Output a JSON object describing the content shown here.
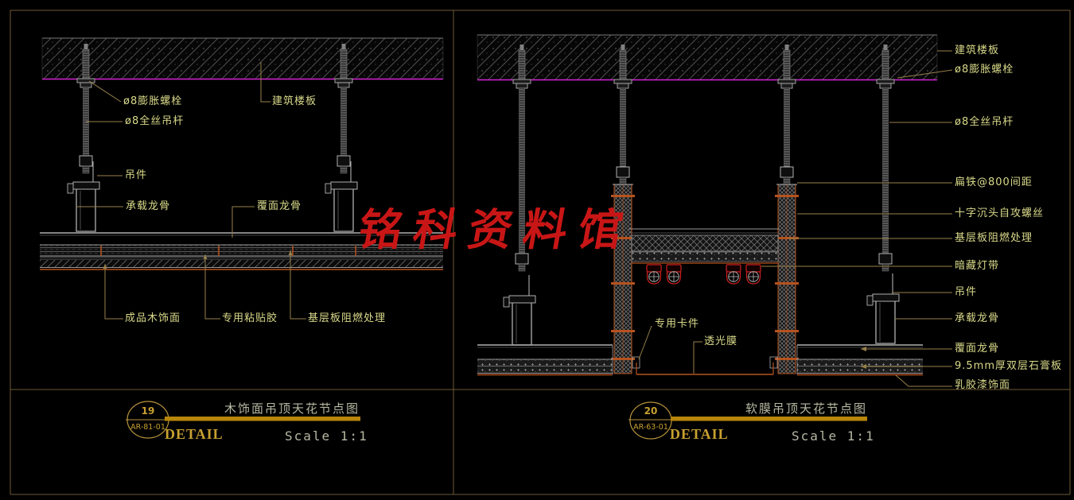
{
  "watermark": "铭科资料馆",
  "left": {
    "callouts": {
      "expansion_bolt": "ø8膨胀螺栓",
      "threaded_rod": "ø8全丝吊杆",
      "building_slab": "建筑楼板",
      "hanger": "吊件",
      "carrying_channel": "承载龙骨",
      "furring_channel": "覆面龙骨",
      "wood_veneer": "成品木饰面",
      "adhesive": "专用粘贴胶",
      "base_board": "基层板阻燃处理"
    },
    "title_block": {
      "number": "19",
      "code": "AR-81-01",
      "detail_label": "DETAIL",
      "title": "木饰面吊顶天花节点图",
      "scale": "Scale 1:1"
    }
  },
  "right": {
    "callouts": {
      "building_slab": "建筑楼板",
      "expansion_bolt": "ø8膨胀螺栓",
      "threaded_rod": "ø8全丝吊杆",
      "flat_iron": "扁铁@800间距",
      "self_tapping_screw": "十字沉头自攻螺丝",
      "base_board": "基层板阻燃处理",
      "concealed_light": "暗藏灯带",
      "hanger": "吊件",
      "carrying_channel": "承载龙骨",
      "furring_channel": "覆面龙骨",
      "gypsum_board": "9.5mm厚双层石膏板",
      "latex_paint": "乳胶漆饰面",
      "special_clip": "专用卡件",
      "translucent_membrane": "透光膜"
    },
    "title_block": {
      "number": "20",
      "code": "AR-63-01",
      "detail_label": "DETAIL",
      "title": "软膜吊顶天花节点图",
      "scale": "Scale 1:1"
    }
  },
  "colors": {
    "background": "#000000",
    "callout_text": "#d9d98a",
    "leader_line": "#97804a",
    "magenta_slab_line": "#cf1fcf",
    "accent_orange": "#b5521e",
    "led_red": "#cf2020",
    "title_gold": "#b8860b",
    "title_gray": "#b7b7a3",
    "watermark_red": "#c81616",
    "frame": "#6e5a35"
  }
}
